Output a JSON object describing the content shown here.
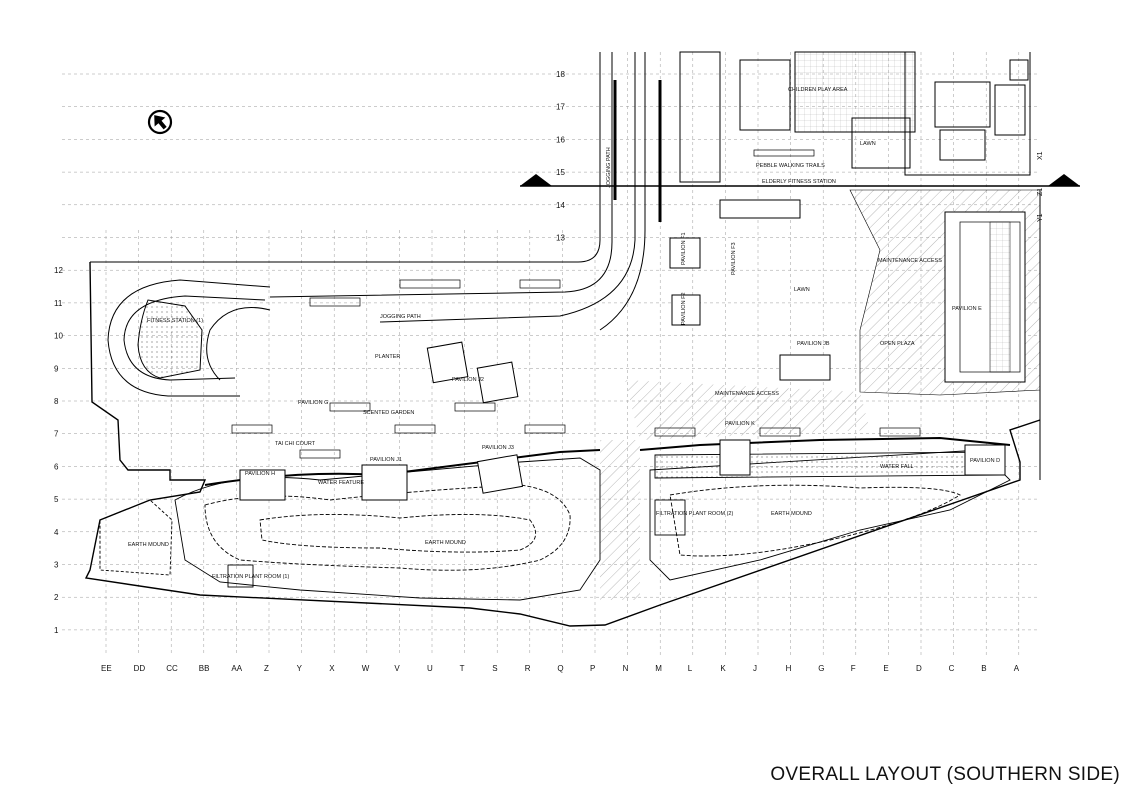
{
  "title": "OVERALL LAYOUT (SOUTHERN SIDE)",
  "grid_rows": [
    "18",
    "17",
    "16",
    "15",
    "14",
    "13",
    "12",
    "11",
    "10",
    "9",
    "8",
    "7",
    "6",
    "5",
    "4",
    "3",
    "2",
    "1"
  ],
  "grid_cols": [
    "EE",
    "DD",
    "CC",
    "BB",
    "AA",
    "Z",
    "Y",
    "X",
    "W",
    "V",
    "U",
    "T",
    "S",
    "R",
    "Q",
    "P",
    "N",
    "M",
    "L",
    "K",
    "J",
    "H",
    "G",
    "F",
    "E",
    "D",
    "C",
    "B",
    "A"
  ],
  "labels": {
    "children_play_area": "CHILDREN PLAY AREA",
    "pebble_walking_trails": "PEBBLE WALKING TRAILS",
    "elderly_fitness_station": "ELDERLY FITNESS STATION",
    "lawn_north": "LAWN",
    "lawn_mid": "LAWN",
    "jogging_path_vertical": "JOGGING PATH",
    "jogging_path": "JOGGING PATH",
    "fitness_station": "FITNESS STATION (1)",
    "pavilion_f1": "PAVILION F1",
    "pavilion_f2": "PAVILION F2",
    "pavilion_f3": "PAVILION F3",
    "pavilion_j2": "PAVILION J2",
    "pavilion_j1": "PAVILION J1",
    "pavilion_j3": "PAVILION J3",
    "pavilion_jb": "PAVILION JB",
    "pavilion_g": "PAVILION G",
    "pavilion_h": "PAVILION H",
    "pavilion_e": "PAVILION E",
    "pavilion_d": "PAVILION D",
    "pavilion_k": "PAVILION K",
    "scented_garden": "SCENTED GARDEN",
    "tai_chi_court": "TAI CHI COURT",
    "maintenance_access_v": "MAINTENANCE ACCESS",
    "maintenance_access": "MAINTENANCE ACCESS",
    "open_plaza": "OPEN PLAZA",
    "earth_mound_west": "EARTH MOUND",
    "earth_mound_mid": "EARTH MOUND",
    "earth_mound_east": "EARTH MOUND",
    "water_fall": "WATER FALL",
    "water_feature": "WATER FEATURE",
    "filtration_plant": "FILTRATION PLANT ROOM (2)",
    "filtration_plant_west": "FILTRATION PLANT ROOM (1)",
    "planter": "PLANTER"
  },
  "section_marks": {
    "x1": "X1",
    "y1": "Y1",
    "z1": "Z1"
  }
}
